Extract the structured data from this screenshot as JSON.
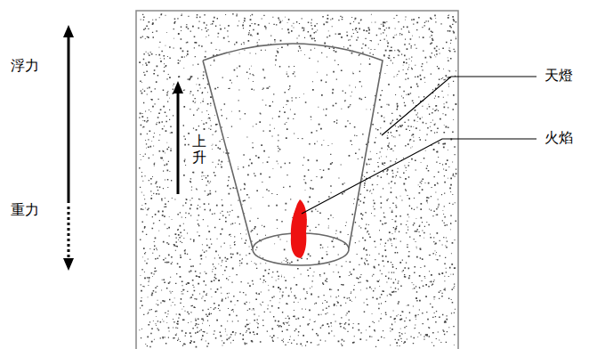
{
  "diagram": {
    "labels": [
      "浮力",
      "重力",
      "上升",
      "天燈",
      "火焰"
    ]
  }
}
